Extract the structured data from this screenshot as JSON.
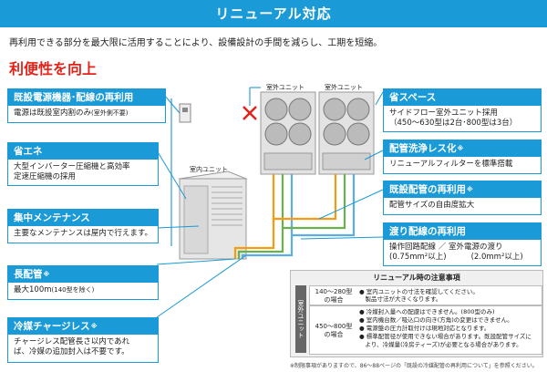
{
  "header": {
    "title": "リニューアル対応"
  },
  "intro": "再利用できる部分を最大限に活用することにより、設備設計の手間を減らし、工期を短縮。",
  "main_title": "利便性を向上",
  "diagram": {
    "outdoor_label_1": "室外ユニット",
    "outdoor_label_2": "室外ユニット",
    "indoor_label": "室内ユニット"
  },
  "boxes": {
    "power": {
      "title": "既設電源機器･配線の再利用",
      "body": "電源は既設室内割のみ",
      "note": "(室外側不要)"
    },
    "eco": {
      "title": "省エネ",
      "line1": "大型インバーター圧縮機と高効率",
      "line2": "定速圧縮機の採用"
    },
    "maint": {
      "title": "集中メンテナンス",
      "body": "主要なメンテナンスは屋内で行えます。"
    },
    "longpipe": {
      "title": "長配管",
      "mark": "※",
      "body": "最大100m",
      "note": "(140型を除く)"
    },
    "refrig": {
      "title": "冷媒チャージレス",
      "mark": "※",
      "line1": "チャージレス配管長さ以内であれ",
      "line2": "ば、冷媒の追加封入は不要です。"
    },
    "space": {
      "title": "省スペース",
      "line1": "サイドフロー室外ユニット採用",
      "line2": "（450～630型は2台･800型は3台）"
    },
    "wash": {
      "title": "配管洗浄レス化",
      "mark": "※",
      "body": "リニューアルフィルターを標準搭載"
    },
    "reuse_pipe": {
      "title": "既設配管の再利用",
      "mark": "※",
      "body": "配管サイズの自由度拡大"
    },
    "wiring": {
      "title": "渡り配線の再利用",
      "line1": "操作回路配線",
      "slash": "／",
      "line1b": "室外電源の渡り",
      "line2": "(0.75mm²以上)",
      "line2b": "(2.0mm²以上)"
    }
  },
  "notes": {
    "title": "リニューアル時の注意事項",
    "side": "室外ユニット",
    "row1_label": "140～280型\nの場合",
    "row1_lines": [
      "● 室内ユニットの寸法を確認してください。",
      "　製品寸法が大きくなります。"
    ],
    "row2_label": "450～800型\nの場合",
    "row2_lines": [
      "● 冷媒封入量への配慮はできません。(800型のみ)",
      "● 室内機台数／吸込口の向き(方角)の変更はできません。",
      "● 電源盤の圧力計取付けは現地対応となります。",
      "● 標準配管径が使用できない場合があります。既設配管サイズに",
      "　より、冷媒量(冷房ティーズ)が必要となる場合があります。"
    ]
  },
  "footnote": "※制限事項がありますので、86～88ページの「既設の冷媒配管の再利用について」を参照ください。",
  "colors": {
    "accent": "#1a9ad6",
    "red": "#e2231a",
    "pipe_orange": "#f39c12",
    "pipe_green": "#6ab04c",
    "wire_blue": "#5dade2"
  }
}
